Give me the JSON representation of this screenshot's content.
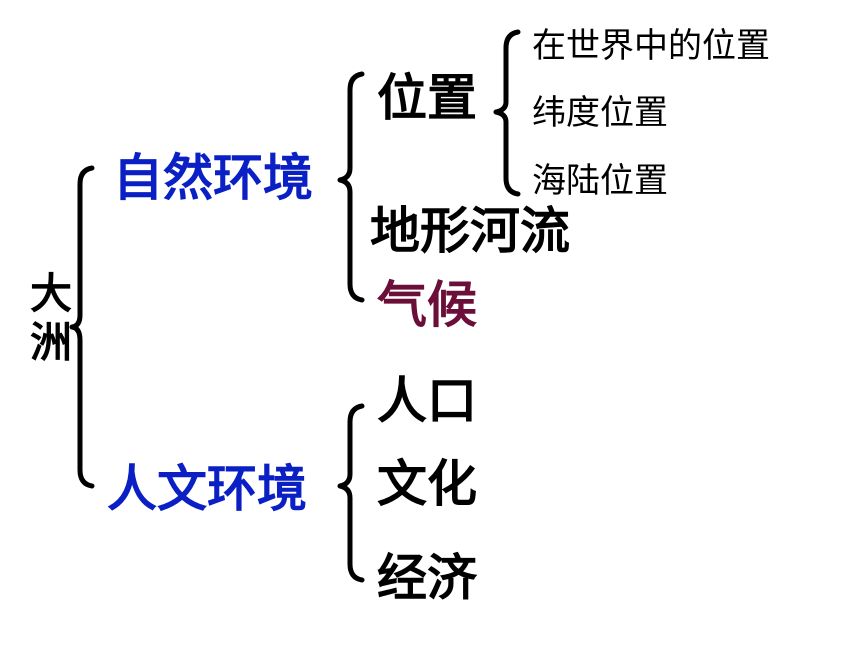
{
  "root": {
    "char1": "大",
    "char2": "洲"
  },
  "natural": {
    "label": "自然环境",
    "children": {
      "position": {
        "label": "位置",
        "sub": [
          "在世界中的位置",
          "纬度位置",
          "海陆位置"
        ]
      },
      "terrain": "地形河流",
      "climate": "气候"
    }
  },
  "human": {
    "label": "人文环境",
    "children": [
      "人口",
      "文化",
      "经济"
    ]
  },
  "colors": {
    "category": "#0a1fc4",
    "climate": "#6b0f3a",
    "text": "#000000"
  }
}
